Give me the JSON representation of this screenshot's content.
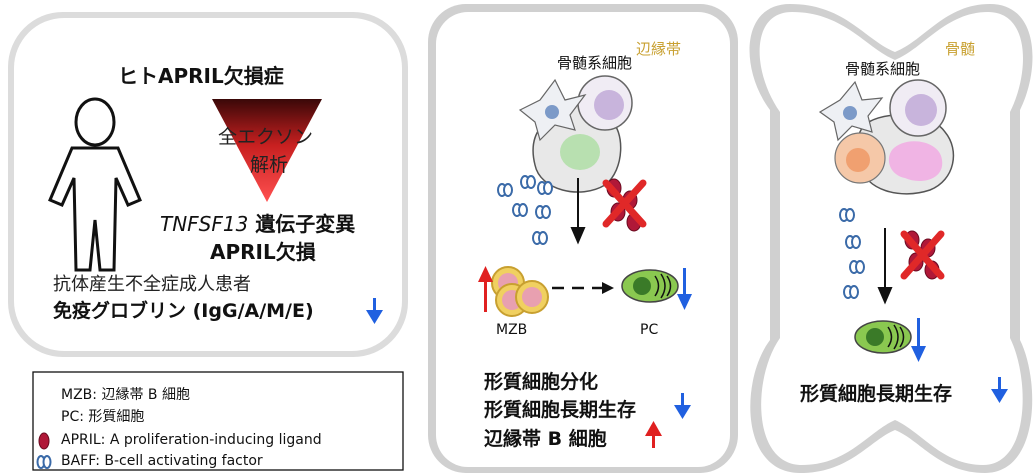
{
  "left_panel": {
    "title": "ヒトAPRIL欠損症",
    "analysis_line1": "全エクソン",
    "analysis_line2": "解析",
    "mutation_gene": "TNFSF13",
    "mutation_text": "遺伝子変異",
    "deficiency": "APRIL欠損",
    "patients": "抗体産生不全症成人患者",
    "ig_text": "免疫グロブリン (IgG/A/M/E)"
  },
  "legend": {
    "mzb": "MZB: 辺縁帯 B 細胞",
    "pc": "PC: 形質細胞",
    "april": "APRIL: A proliferation-inducing ligand",
    "baff": "BAFF: B-cell activating factor"
  },
  "middle_panel": {
    "location": "辺縁帯",
    "myeloid": "骨髄系細胞",
    "mzb_label": "MZB",
    "pc_label": "PC",
    "result1": "形質細胞分化",
    "result2": "形質細胞長期生存",
    "result3": "辺縁帯 B 細胞"
  },
  "right_panel": {
    "location": "骨髄",
    "myeloid": "骨髄系細胞",
    "result": "形質細胞長期生存"
  },
  "colors": {
    "location_label": "#c8a030",
    "arrow_up": "#e02020",
    "arrow_down": "#2060e0",
    "cross": "#e02828",
    "baff": "#3a6aa8",
    "april": "#b01838",
    "pc_fill": "#8ac850",
    "mzb_fill": "#e8a0b0"
  }
}
